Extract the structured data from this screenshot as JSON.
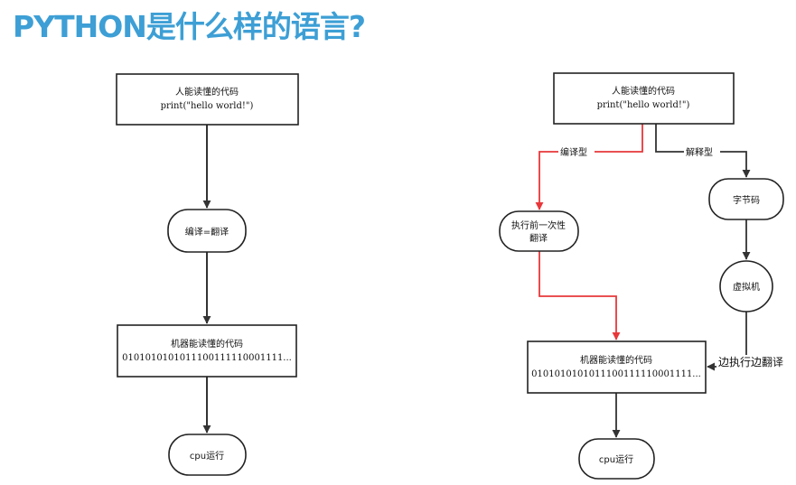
{
  "title": "PYTHON是什么样的语言?",
  "colors": {
    "title": "#3d9fd5",
    "edge": "#333333",
    "compiled_edge": "#e8373a",
    "node_border": "#222222"
  },
  "left_flow": {
    "source_code": {
      "line1": "人能读懂的代码",
      "line2": "print(\"hello world!\")"
    },
    "compile": {
      "label": "编译=翻译"
    },
    "machine_code": {
      "line1": "机器能读懂的代码",
      "line2": "0101010101011100111110001111..."
    },
    "cpu": {
      "label": "cpu运行"
    }
  },
  "right_flow": {
    "source_code": {
      "line1": "人能读懂的代码",
      "line2": "print(\"hello world!\")"
    },
    "compiled_type_label": "编译型",
    "interpreted_type_label": "解释型",
    "precompile": {
      "line1": "执行前一次性",
      "line2": "翻译"
    },
    "bytecode": {
      "label": "字节码"
    },
    "vm": {
      "label": "虚拟机"
    },
    "exec_translate_label": "边执行边翻译",
    "machine_code": {
      "line1": "机器能读懂的代码",
      "line2": "0101010101011100111110001111..."
    },
    "cpu": {
      "label": "cpu运行"
    }
  }
}
